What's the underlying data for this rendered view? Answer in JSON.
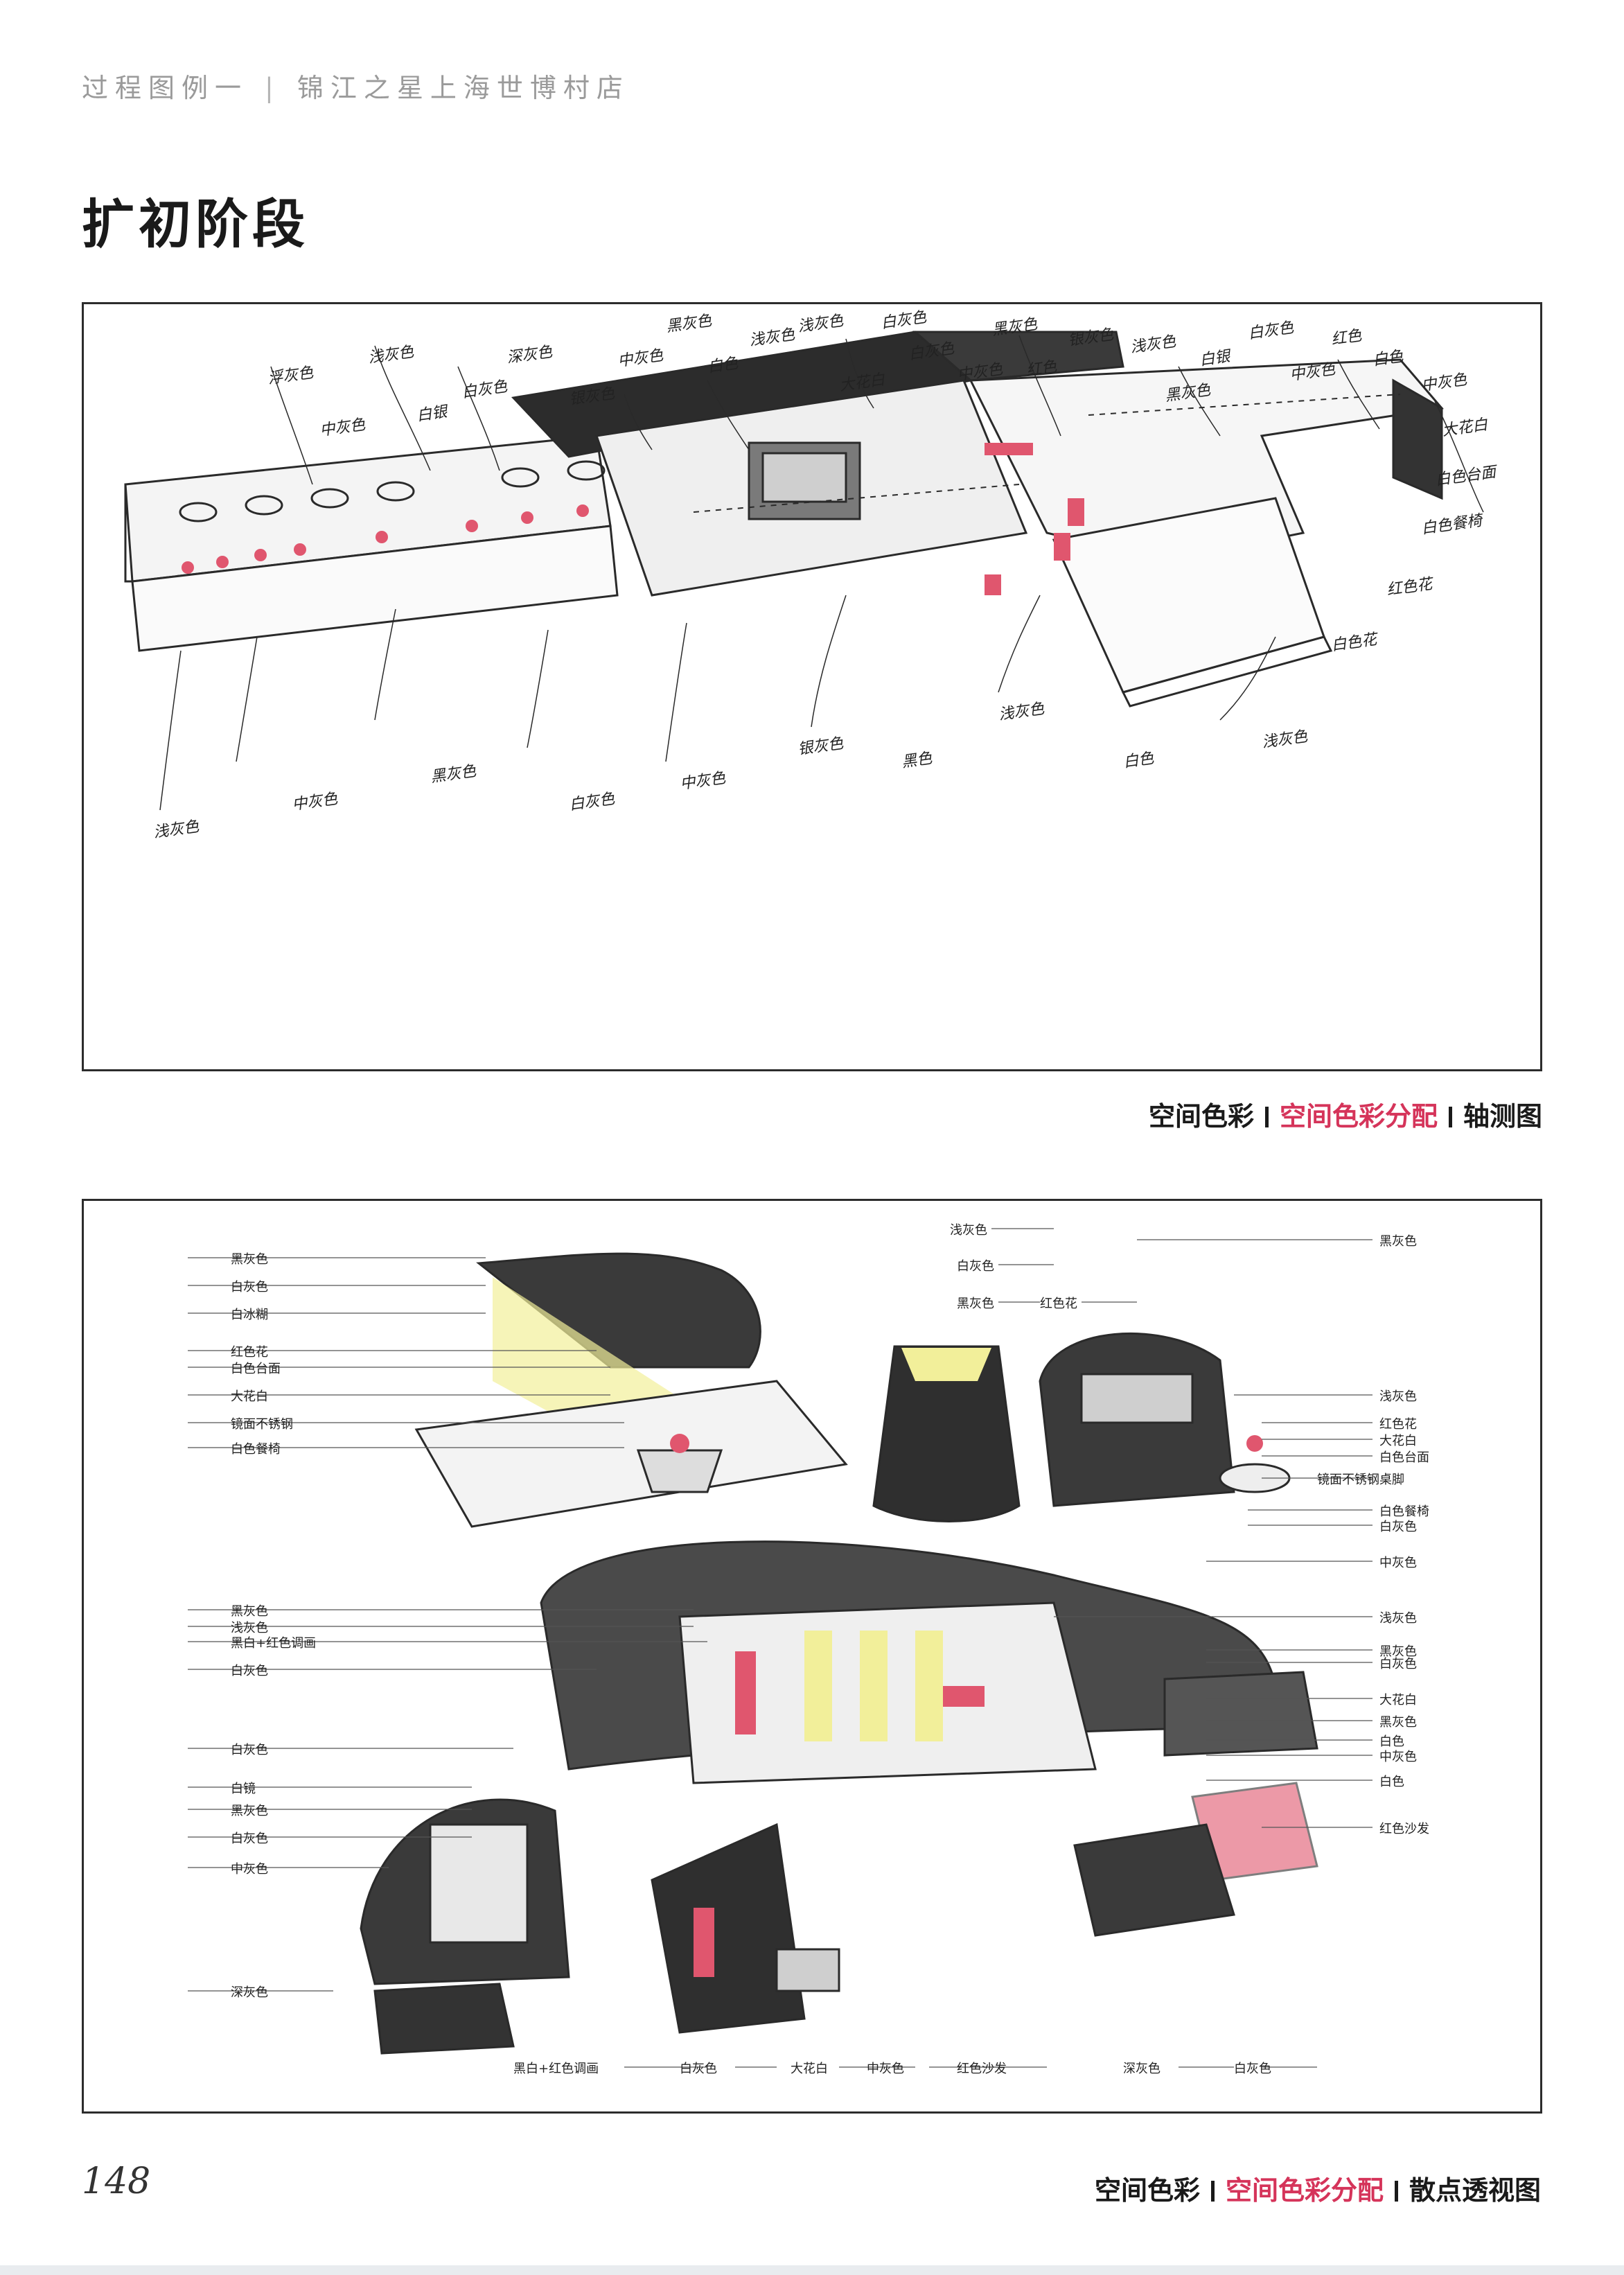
{
  "header": {
    "series": "过程图例一",
    "separator": "|",
    "project": "锦江之星上海世博村店"
  },
  "section_title": "扩初阶段",
  "sketch1": {
    "labels": [
      "浮灰色",
      "中灰色",
      "浅灰色",
      "白银",
      "白灰色",
      "深灰色",
      "银灰色",
      "中灰色",
      "黑灰色",
      "白色",
      "浅灰色",
      "浅灰色",
      "大花白",
      "白灰色",
      "白灰色",
      "中灰色",
      "黑灰色",
      "红色",
      "银灰色",
      "浅灰色",
      "黑灰色",
      "白银",
      "白灰色",
      "中灰色",
      "红色",
      "白色",
      "中灰色",
      "大花白",
      "白色台面",
      "白色餐椅",
      "红色花",
      "白色花",
      "浅灰色",
      "白色",
      "浅灰色",
      "黑色",
      "银灰色",
      "中灰色",
      "白灰色",
      "黑灰色",
      "中灰色",
      "浅灰色"
    ]
  },
  "caption1": {
    "part1": "空间色彩",
    "part2": "空间色彩分配",
    "part3": "轴测图"
  },
  "sketch2": {
    "left_labels": [
      "黑灰色",
      "白灰色",
      "白冰糊",
      "红色花",
      "白色台面",
      "大花白",
      "镜面不锈钢",
      "白色餐椅",
      "黑灰色",
      "浅灰色",
      "黑白+红色调画",
      "白灰色",
      "白灰色",
      "白镜",
      "黑灰色",
      "白灰色",
      "中灰色",
      "深灰色"
    ],
    "top_labels": [
      "浅灰色",
      "白灰色",
      "黑灰色",
      "红色花"
    ],
    "right_labels": [
      "黑灰色",
      "浅灰色",
      "红色花",
      "大花白",
      "白色台面",
      "镜面不锈钢桌脚",
      "白色餐椅",
      "白灰色",
      "中灰色",
      "浅灰色",
      "黑灰色",
      "白灰色",
      "大花白",
      "黑灰色",
      "白色",
      "中灰色",
      "白色",
      "红色沙发"
    ],
    "bottom_labels": [
      "黑白+红色调画",
      "白灰色",
      "大花白",
      "中灰色",
      "红色沙发",
      "深灰色",
      "白灰色"
    ]
  },
  "caption2": {
    "part1": "空间色彩",
    "part2": "空间色彩分配",
    "part3": "散点透视图"
  },
  "page_number": "148",
  "colors": {
    "accent": "#d5345a",
    "sketch_dark": "#2a2a2a",
    "sketch_red": "#e0566e",
    "sketch_yellow": "#f2ef9a"
  }
}
